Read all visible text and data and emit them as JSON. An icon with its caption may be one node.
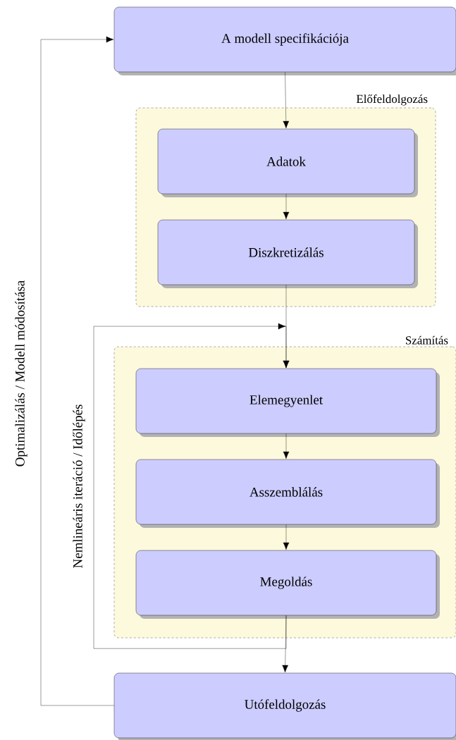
{
  "diagram": {
    "nodes": [
      {
        "text": [
          "A modell specifikációja"
        ]
      },
      {
        "text": [
          "Előfeldolgozás"
        ]
      },
      {
        "text": [
          "Adatok"
        ],
        "in": 1
      },
      {
        "text": [
          "Diszkretizálás"
        ],
        "in": 1
      },
      {
        "text": [
          "Számítás"
        ]
      },
      {
        "text": [
          "Elemegyenlet"
        ],
        "in": 4
      },
      {
        "text": [
          "Asszemblálás"
        ],
        "in": 4
      },
      {
        "text": [
          "Megoldás"
        ],
        "in": 4
      },
      {
        "text": [
          "Utófeldolgozás"
        ]
      }
    ],
    "edges": [
      {
        "from": 0,
        "to": 2,
        "arrow": "to"
      },
      {
        "from": 2,
        "to": 3,
        "arrow": "to"
      },
      {
        "from": 3,
        "to": 5,
        "arrow": "to"
      },
      {
        "from": 5,
        "to": 6,
        "arrow": "to"
      },
      {
        "from": 6,
        "to": 7,
        "arrow": "to"
      },
      {
        "from": 7,
        "to": 8,
        "arrow": "to"
      },
      {
        "from": 7,
        "to": 5,
        "arrow": "to",
        "label": "Nemlineáris iteráció / Időlépés"
      },
      {
        "from": 8,
        "to": 0,
        "arrow": "to",
        "label": "Optimalizálás / Modell módosítása"
      }
    ]
  }
}
